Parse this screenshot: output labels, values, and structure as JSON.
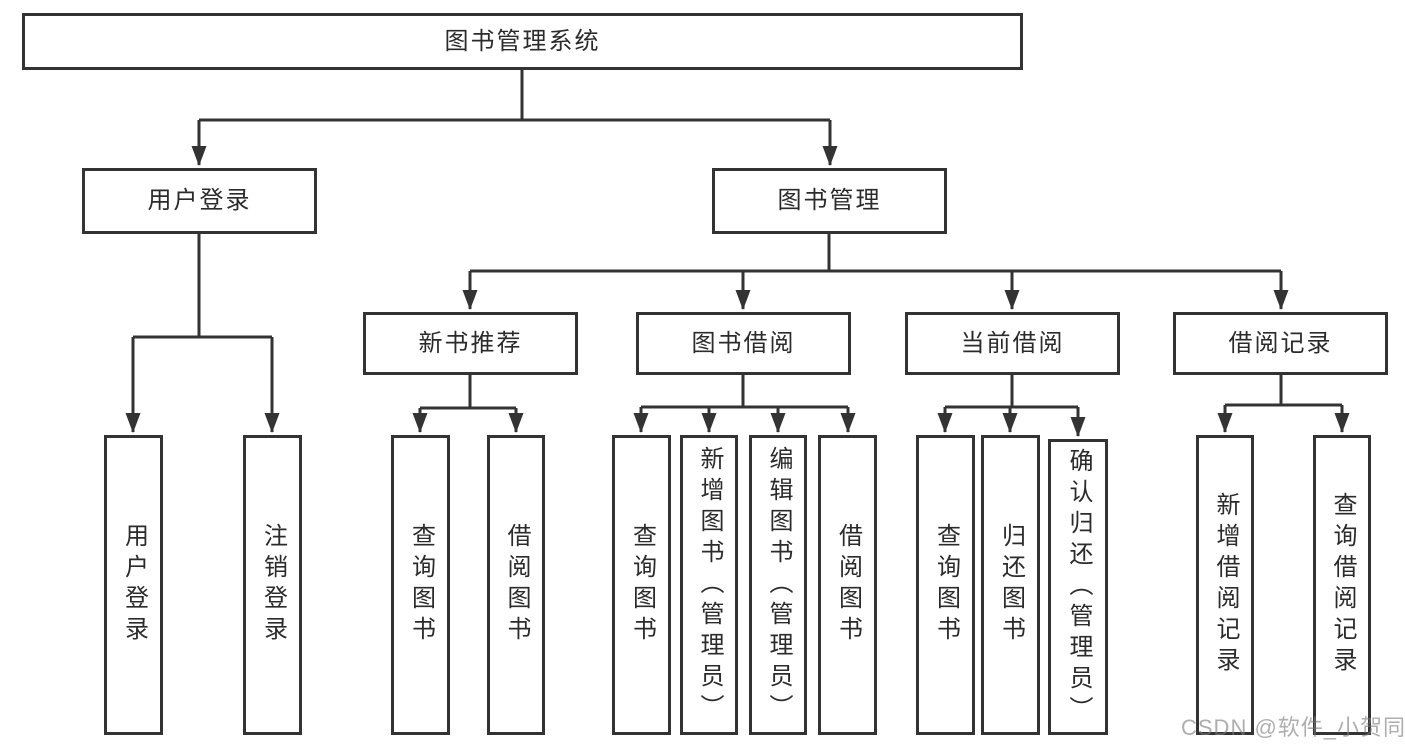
{
  "diagram": {
    "title": "图书管理系统",
    "root": {
      "label": "图书管理系统"
    },
    "level2": {
      "user_login": {
        "label": "用户登录"
      },
      "book_mgmt": {
        "label": "图书管理"
      }
    },
    "level3": {
      "new_book_rec": {
        "label": "新书推荐"
      },
      "book_borrow": {
        "label": "图书借阅"
      },
      "current_borrow": {
        "label": "当前借阅"
      },
      "borrow_record": {
        "label": "借阅记录"
      }
    },
    "leaves": {
      "login": {
        "label": "用户登录"
      },
      "logout": {
        "label": "注销登录"
      },
      "rec_query": {
        "label": "查询图书"
      },
      "rec_borrow": {
        "label": "借阅图书"
      },
      "bb_query": {
        "label": "查询图书"
      },
      "bb_add": {
        "label": "新增图书（管理员）"
      },
      "bb_edit": {
        "label": "编辑图书（管理员）"
      },
      "bb_borrow": {
        "label": "借阅图书"
      },
      "cb_query": {
        "label": "查询图书"
      },
      "cb_return": {
        "label": "归还图书"
      },
      "cb_confirm": {
        "label": "确认归还（管理员）"
      },
      "br_add": {
        "label": "新增借阅记录"
      },
      "br_query": {
        "label": "查询借阅记录"
      }
    },
    "watermark": "CSDN @软件_小贺同学"
  },
  "colors": {
    "line": "#333333",
    "box_border": "#333333",
    "text": "#2b2b2b",
    "background": "#ffffff",
    "watermark": "#7d7d7d"
  }
}
